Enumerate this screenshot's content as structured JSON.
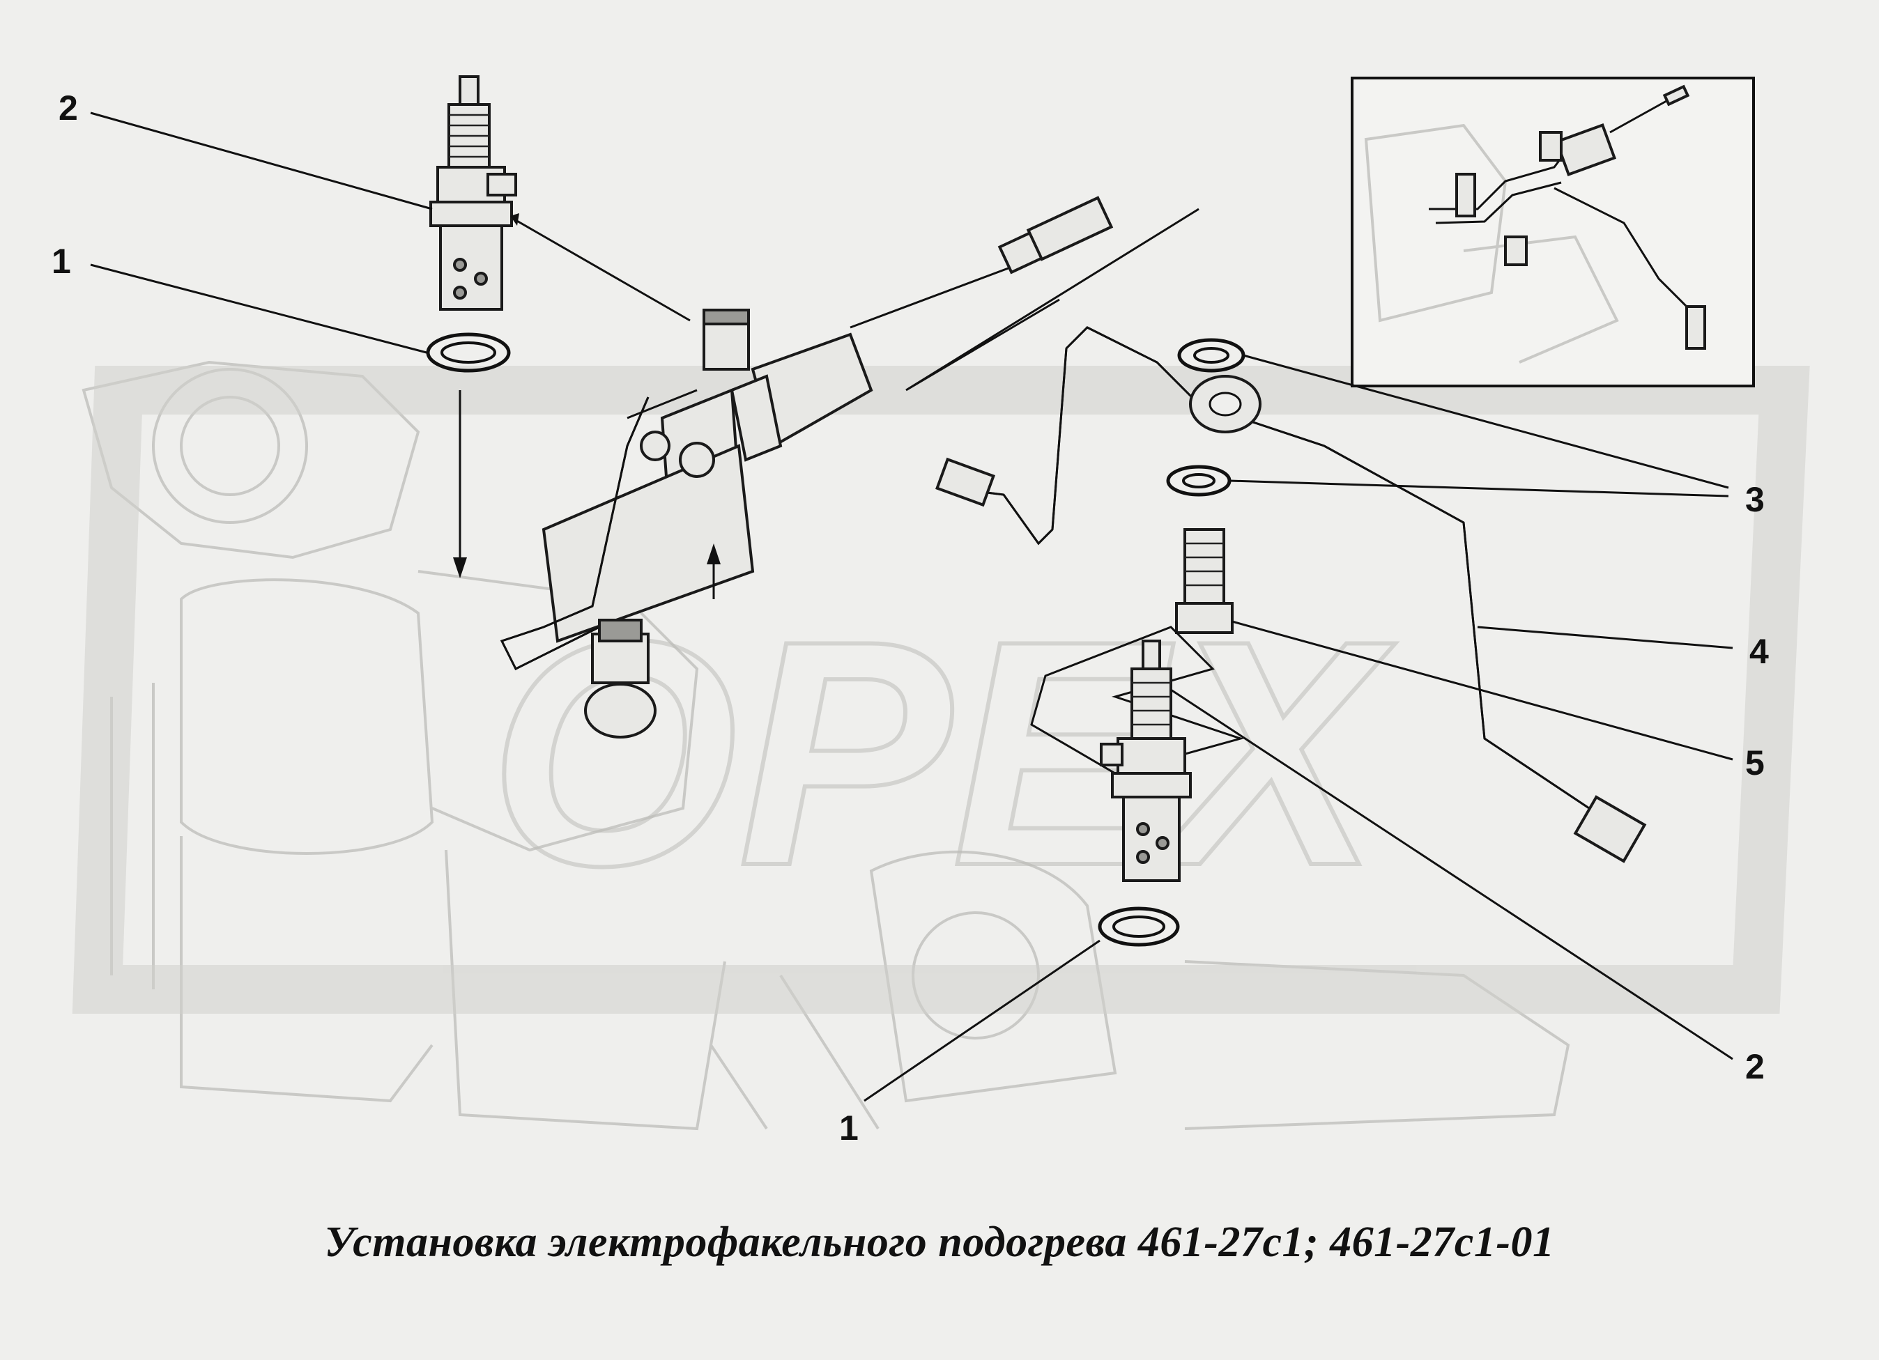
{
  "caption": "Установка электрофакельного подогрева 461-27с1; 461-27с1-01",
  "watermark": "ОРЕХ",
  "callouts": [
    {
      "id": "callout-1-left",
      "label": "1"
    },
    {
      "id": "callout-2-left",
      "label": "2"
    },
    {
      "id": "callout-3",
      "label": "3"
    },
    {
      "id": "callout-4",
      "label": "4"
    },
    {
      "id": "callout-5",
      "label": "5"
    },
    {
      "id": "callout-2-right",
      "label": "2"
    },
    {
      "id": "callout-1-bottom",
      "label": "1"
    }
  ],
  "colors": {
    "background": "#efefed",
    "line": "#111111",
    "watermark": "#d2d2cf"
  }
}
